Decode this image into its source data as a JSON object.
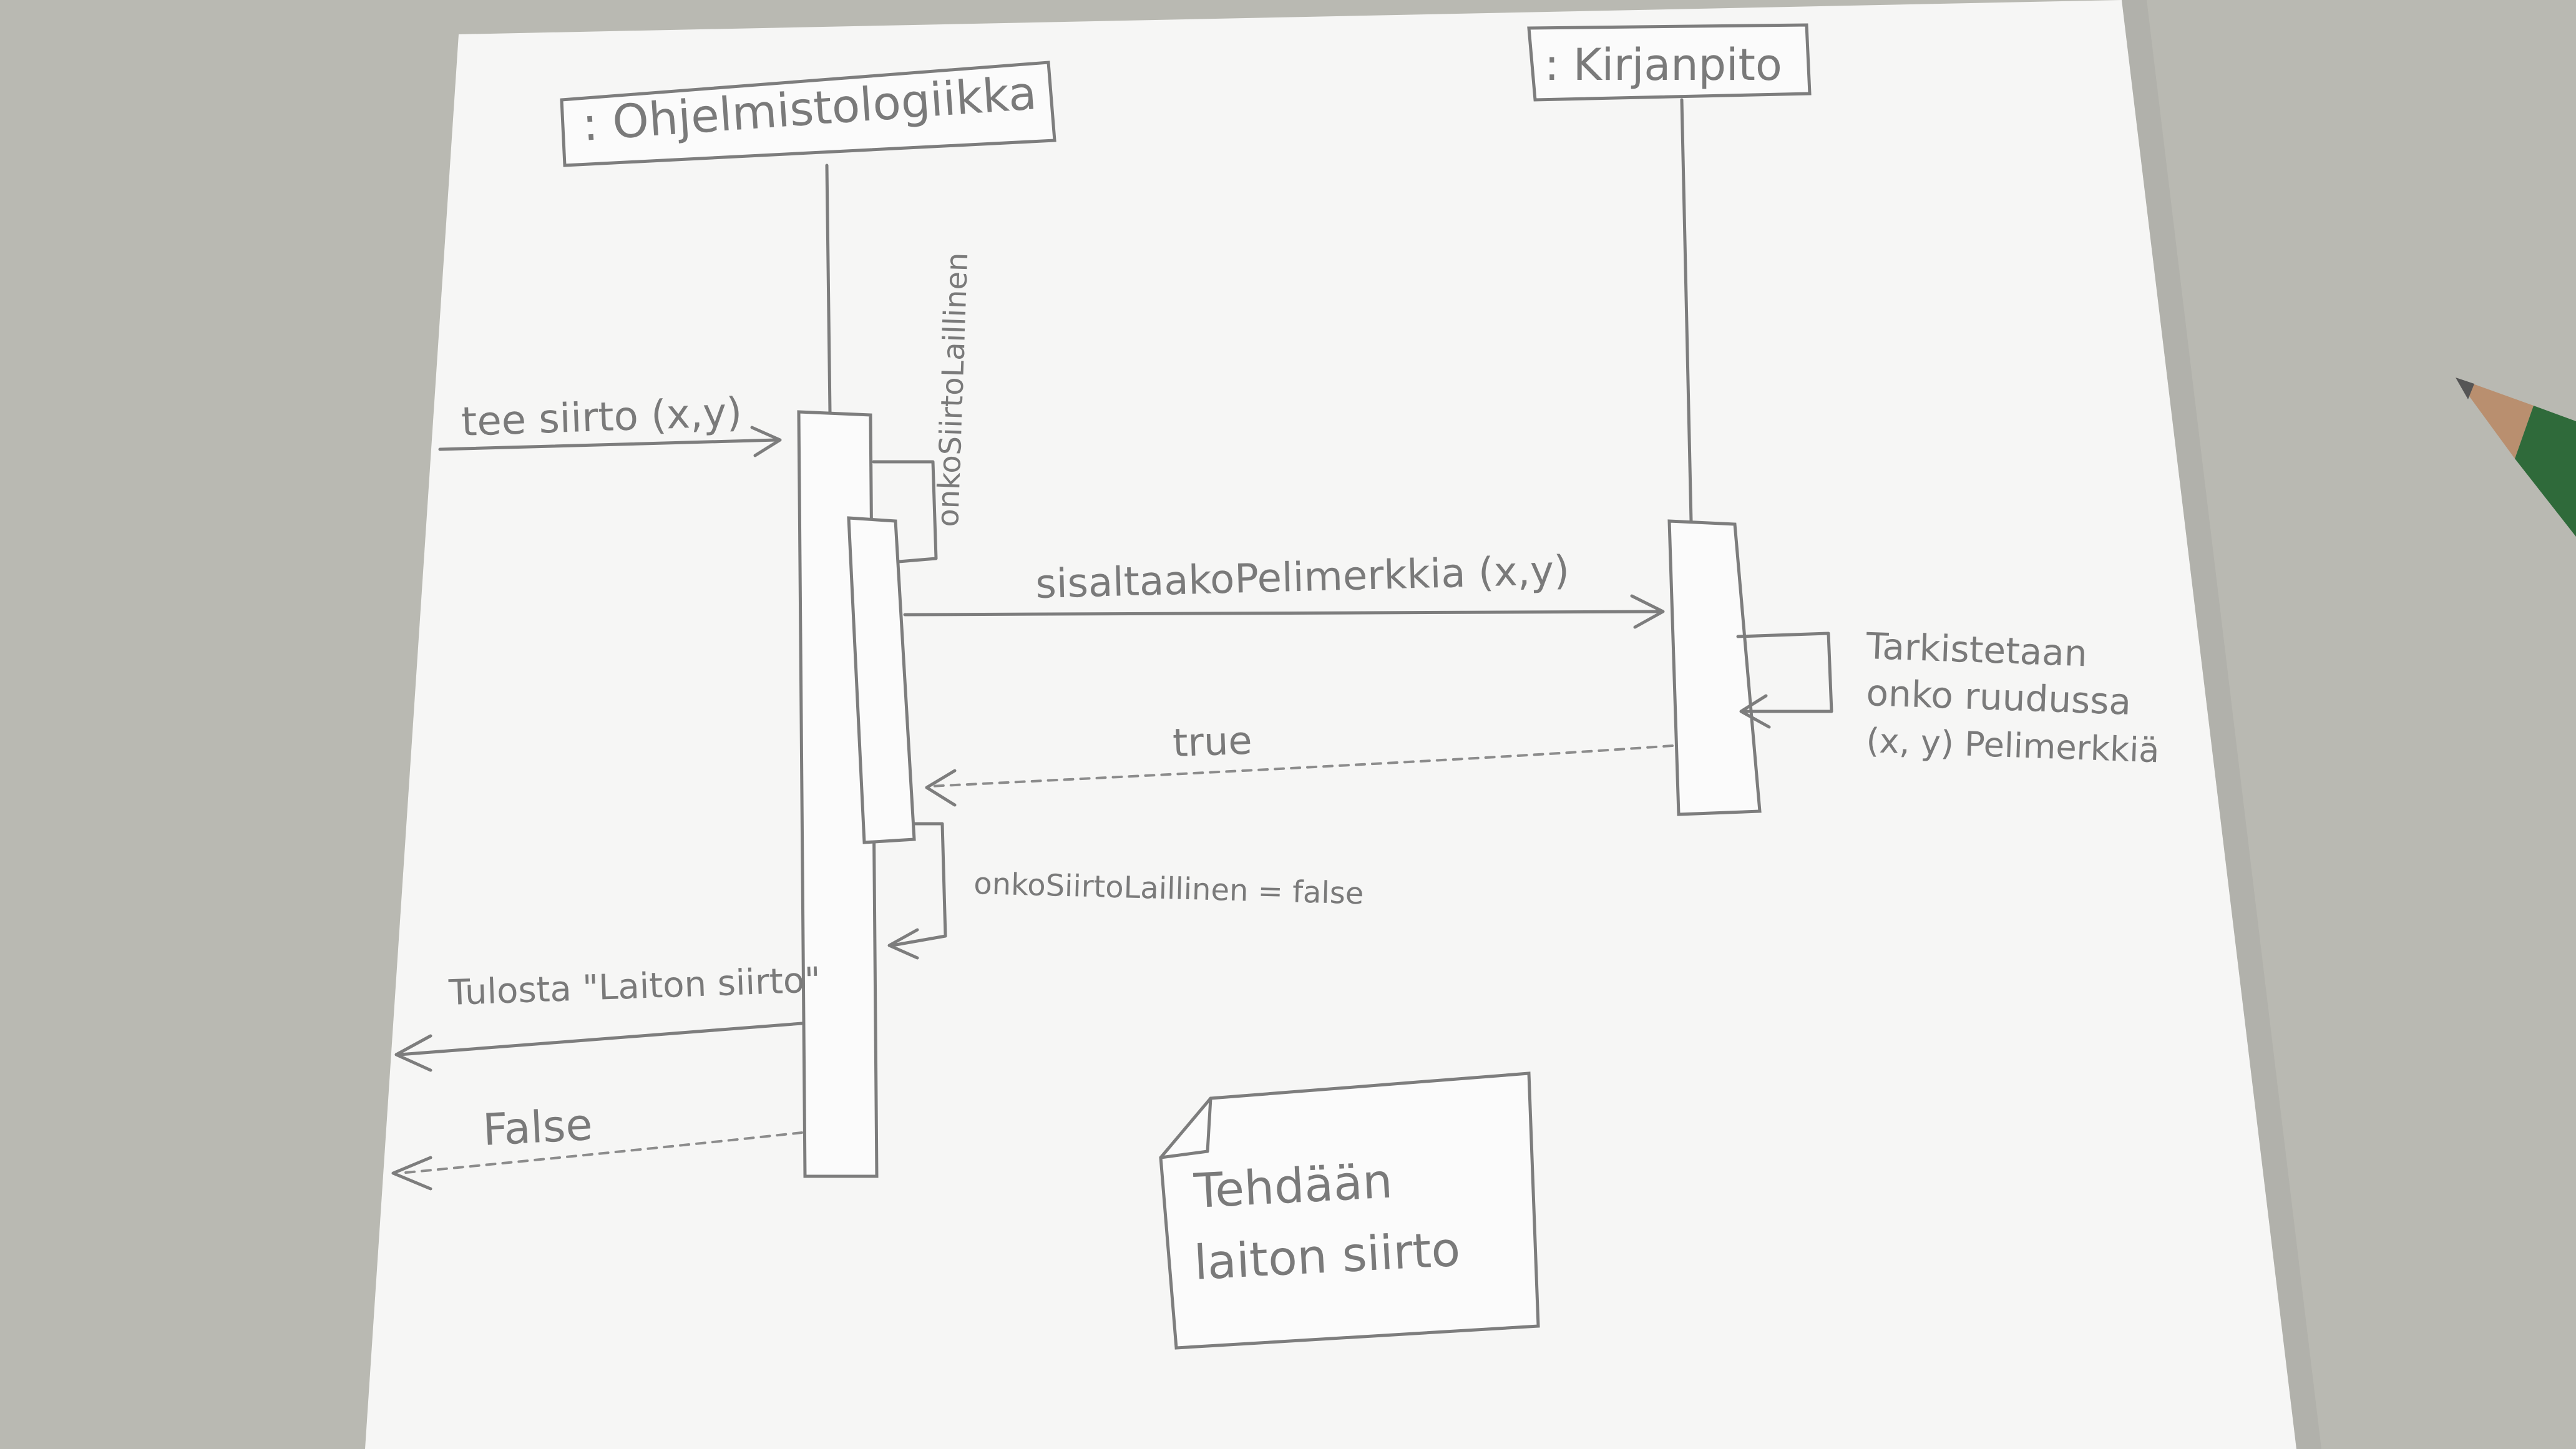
{
  "colors": {
    "background": "#b9b9b2",
    "paper": "#f7f7f6",
    "pencil": "#7d7d7d",
    "pencil_wood": "#b98f6f",
    "pencil_body": "#2f6a3a"
  },
  "diagram_type": "sequence",
  "participants": {
    "left": ": Ohjelmistologiikka",
    "right": ": Kirjanpito"
  },
  "messages": {
    "incoming_call": "tee siirto (x,y)",
    "self_call_label": "onkoSiirtoLaillinen",
    "call_to_kirjanpito": "sisaltaakoPelimerkkia (x,y)",
    "return_true": "true",
    "self_assignment": "onkoSiirtoLaillinen = false",
    "print_call": "Tulosta \"Laiton siirto\"",
    "return_false": "False"
  },
  "kirjanpito_note": {
    "line1": "Tarkistetaan",
    "line2": "onko ruudussa",
    "line3": "(x, y) Pelimerkkiä"
  },
  "note": {
    "line1": "Tehdään",
    "line2": "laiton siirto"
  }
}
